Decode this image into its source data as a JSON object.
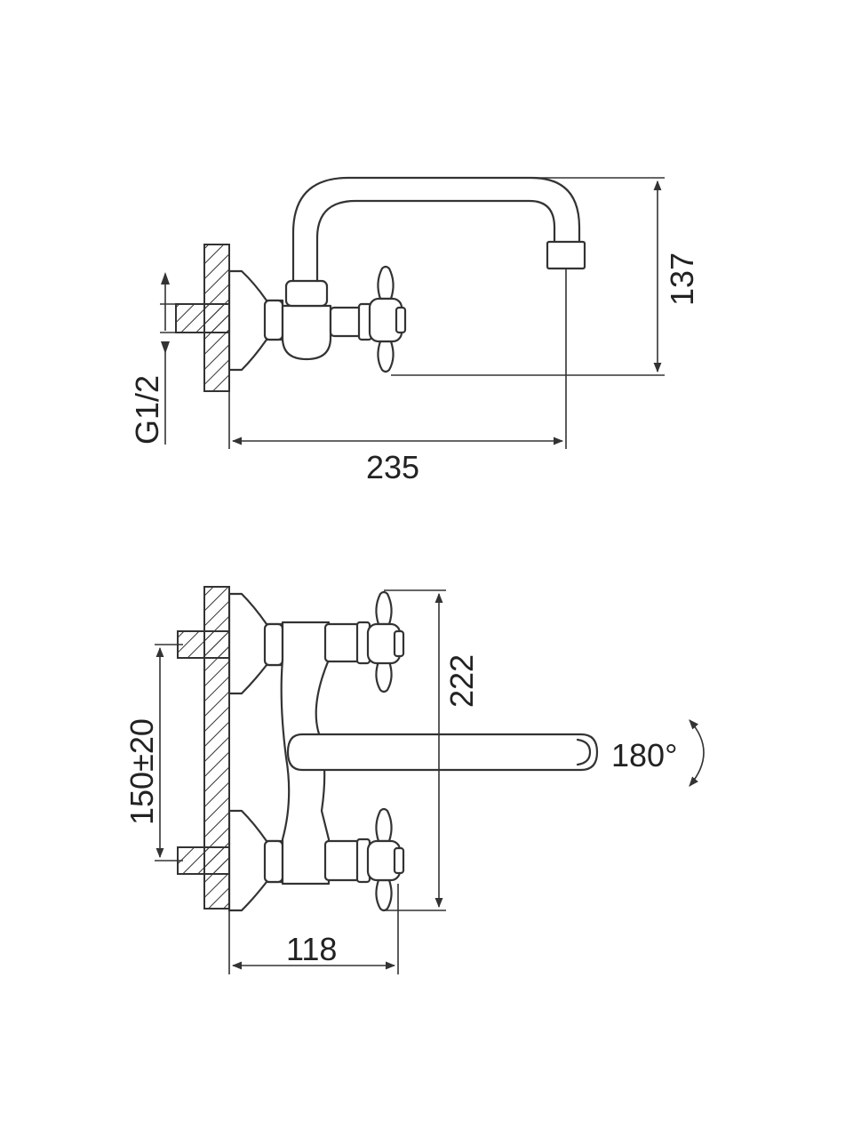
{
  "drawing": {
    "side_view": {
      "thread_label": "G1/2",
      "height_label": "137",
      "length_label": "235"
    },
    "front_view": {
      "spacing_label": "150±20",
      "height_label": "222",
      "depth_label": "118",
      "rotation_label": "180°"
    }
  }
}
